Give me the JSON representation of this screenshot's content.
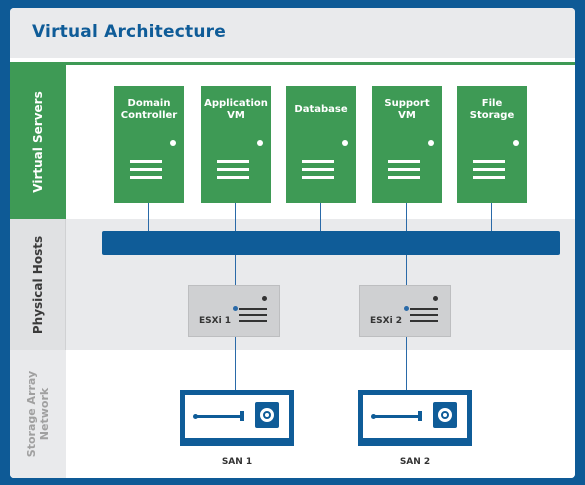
{
  "title": "Virtual Architecture",
  "layers": {
    "virtual_servers": "Virtual Servers",
    "physical_hosts": "Physical Hosts",
    "storage_line1": "Storage Array",
    "storage_line2": "Network"
  },
  "vms": [
    {
      "line1": "Domain",
      "line2": "Controller"
    },
    {
      "line1": "Application",
      "line2": "VM"
    },
    {
      "line1": "Database",
      "line2": ""
    },
    {
      "line1": "Support",
      "line2": "VM"
    },
    {
      "line1": "File",
      "line2": "Storage"
    }
  ],
  "hosts": [
    "ESXi 1",
    "ESXi 2"
  ],
  "sans": [
    "SAN 1",
    "SAN 2"
  ],
  "colors": {
    "frame_blue": "#0e5a96",
    "title_blue": "#0f5c98",
    "vm_green": "#3e9a55",
    "band_gray": "#e9eaec"
  }
}
